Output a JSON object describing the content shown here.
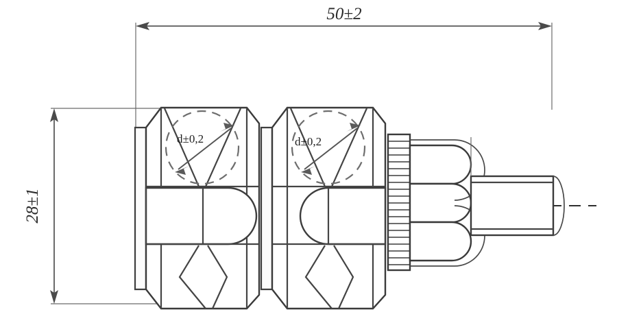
{
  "drawing": {
    "title": "Connector assembly dimensioned drawing",
    "background_color": "#ffffff",
    "line_color": "#3a3a3a",
    "dimension_color": "#5a5a5a"
  },
  "dimensions": {
    "overall_length": {
      "label": "50±2",
      "nominal": 50,
      "tolerance": 2,
      "orientation": "horizontal",
      "position": "top"
    },
    "overall_height": {
      "label": "28±1",
      "nominal": 28,
      "tolerance": 1,
      "orientation": "vertical-rotated",
      "position": "left"
    },
    "bore_diameter_first": {
      "label": "d±0,2",
      "nominal": "d",
      "tolerance": "0,2",
      "orientation": "diagonal",
      "position": "first-block"
    },
    "bore_diameter_second": {
      "label": "d±0,2",
      "nominal": "d",
      "tolerance": "0,2",
      "orientation": "diagonal",
      "position": "second-block"
    }
  },
  "features": {
    "first_block": "insulator-body-left",
    "second_block": "insulator-body-right",
    "knurled_section": "knurled-collar",
    "finger_section": "contact-fingers",
    "shaft": "cylindrical-pin",
    "centerline": "axis-centerline",
    "knurl_band_count": 20,
    "finger_count": 4
  }
}
